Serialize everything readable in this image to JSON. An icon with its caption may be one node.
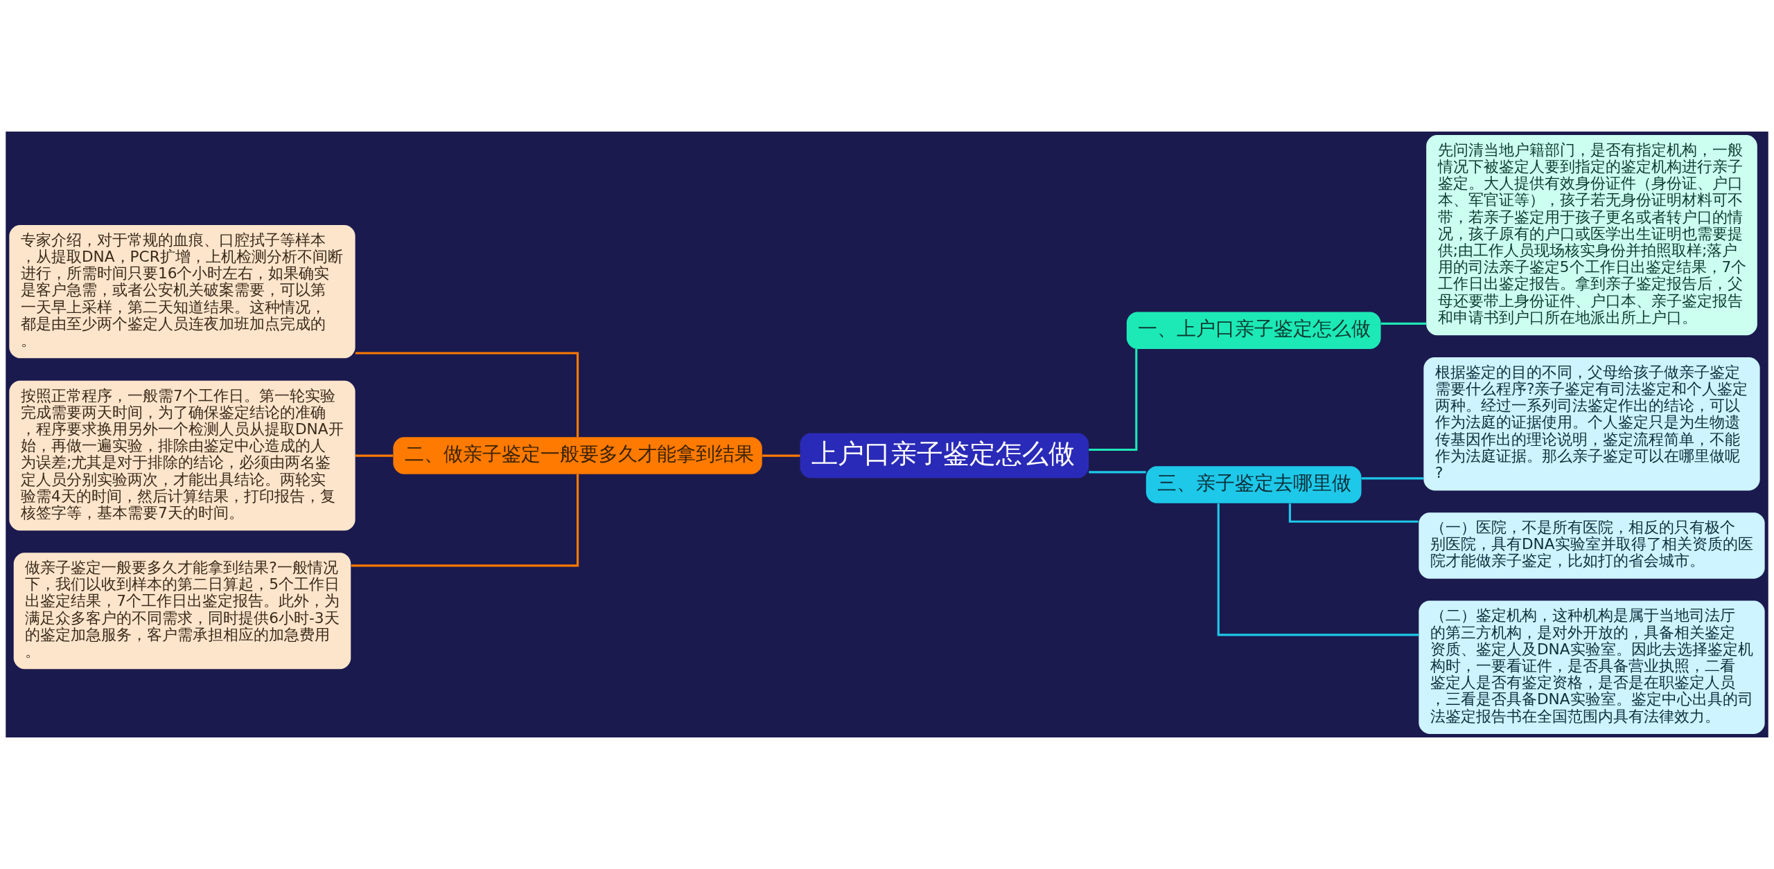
{
  "diagram": {
    "nodes": [
      {
        "text": [
          "上户口亲子鉴定怎么做"
        ]
      },
      {
        "text": [
          "二、做亲子鉴定一般要多久才能拿到结果"
        ]
      },
      {
        "text": [
          "专家介绍，对于常规的血痕、口腔拭子等样本，从提取DNA，PCR扩增，上机检测分析不间断进行，所需时间只要16个小时左右，如果确实是客户急需，或者公安机关破案需要，可以第一天早上采样，第二天知道结果。这种情况，都是由至少两个鉴定人员连夜加班加点完成的。"
        ]
      },
      {
        "text": [
          "按照正常程序，一般需7个工作日。第一轮实验完成需要两天时间，为了确保鉴定结论的准确，程序要求换用另外一个检测人员从提取DNA开始，再做一遍实验，排除由鉴定中心造成的人为误差;尤其是对于排除的结论，必须由两名鉴定人员分别实验两次，才能出具结论。两轮实验需4天的时间，然后计算结果，打印报告，复核签字等，基本需要7天的时间。"
        ]
      },
      {
        "text": [
          "做亲子鉴定一般要多久才能拿到结果?一般情况下，我们以收到样本的第二日算起，5个工作日出鉴定结果，7个工作日出鉴定报告。此外，为满足众多客户的不同需求，同时提供6小时-3天的鉴定加急服务，客户需承担相应的加急费用。"
        ]
      },
      {
        "text": [
          "一、上户口亲子鉴定怎么做"
        ]
      },
      {
        "text": [
          "先问清当地户籍部门，是否有指定机构，一般情况下被鉴定人要到指定的鉴定机构进行亲子鉴定。大人提供有效身份证件（身份证、户口本、军官证等），孩子若无身份证明材料可不带，若亲子鉴定用于孩子更名或者转户口的情况，孩子原有的户口或医学出生证明也需要提供;由工作人员现场核实身份并拍照取样;落户用的司法亲子鉴定5个工作日出鉴定结果，7个工作日出鉴定报告。拿到亲子鉴定报告后，父母还要带上身份证件、户口本、亲子鉴定报告和申请书到户口所在地派出所上户口。"
        ]
      },
      {
        "text": [
          "三、亲子鉴定去哪里做"
        ]
      },
      {
        "text": [
          "根据鉴定的目的不同，父母给孩子做亲子鉴定需要什么程序?亲子鉴定有司法鉴定和个人鉴定两种。经过一系列司法鉴定作出的结论，可以作为法庭的证据使用。个人鉴定只是为生物遗传基因作出的理论说明，鉴定流程简单，不能作为法庭证据。那么亲子鉴定可以在哪里做呢?"
        ]
      },
      {
        "text": [
          "（一）医院，不是所有医院，相反的只有极个别医院，具有DNA实验室并取得了相关资质的医院才能做亲子鉴定，比如打的省会城市。"
        ]
      },
      {
        "text": [
          "（二）鉴定机构，这种机构是属于当地司法厅的第三方机构，是对外开放的，具备相关鉴定资质、鉴定人及DNA实验室。因此去选择鉴定机构时，一要看证件，是否具备营业执照，二看鉴定人是否有鉴定资格，是否是在职鉴定人员，三看是否具备DNA实验室。鉴定中心出具的司法鉴定报告书在全国范围内具有法律效力。"
        ]
      }
    ],
    "edges": [
      {
        "from": 0,
        "to": 1,
        "arrow": "none",
        "color": "#ff7a00"
      },
      {
        "from": 1,
        "to": 2,
        "arrow": "none",
        "color": "#ff7a00"
      },
      {
        "from": 1,
        "to": 3,
        "arrow": "none",
        "color": "#ff7a00"
      },
      {
        "from": 1,
        "to": 4,
        "arrow": "none",
        "color": "#ff7a00"
      },
      {
        "from": 0,
        "to": 5,
        "arrow": "none",
        "color": "#1de9b6"
      },
      {
        "from": 5,
        "to": 6,
        "arrow": "none",
        "color": "#1de9b6"
      },
      {
        "from": 0,
        "to": 7,
        "arrow": "none",
        "color": "#1ec8e8"
      },
      {
        "from": 7,
        "to": 8,
        "arrow": "none",
        "color": "#1ec8e8"
      },
      {
        "from": 7,
        "to": 9,
        "arrow": "none",
        "color": "#1ec8e8"
      },
      {
        "from": 7,
        "to": 10,
        "arrow": "none",
        "color": "#1ec8e8"
      }
    ]
  }
}
